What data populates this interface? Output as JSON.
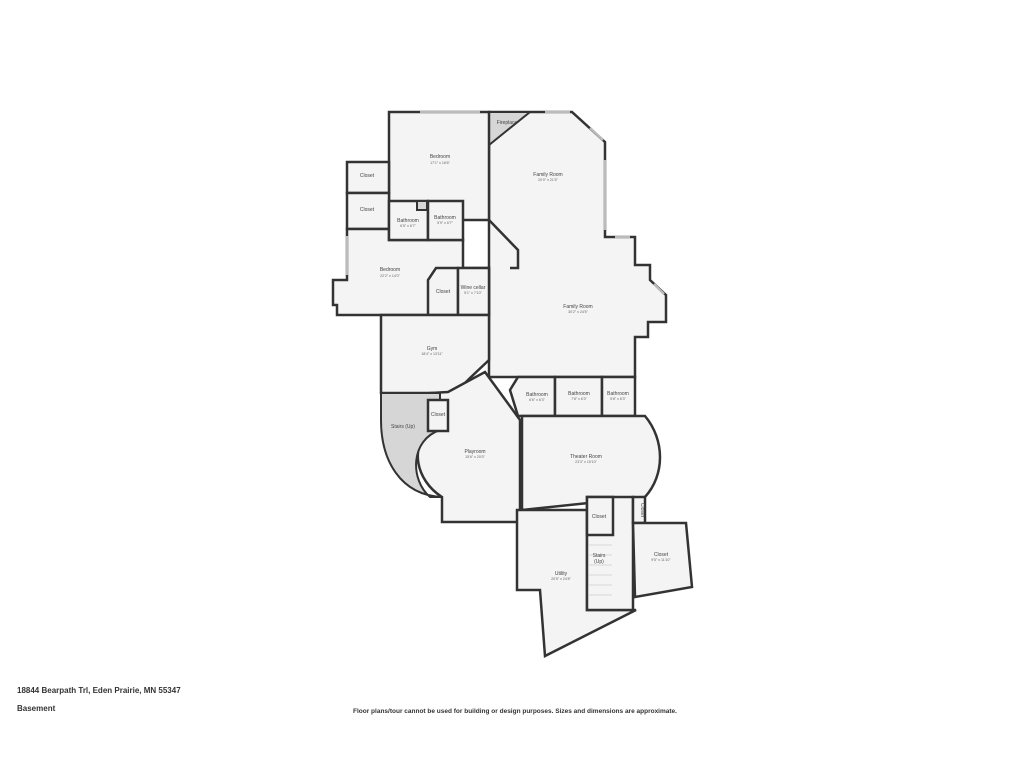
{
  "address": "18844 Bearpath Trl, Eden Prairie, MN 55347",
  "level": "Basement",
  "disclaimer": "Floor plans/tour cannot be used for building or design purposes. Sizes and dimensions are approximate.",
  "rooms": {
    "bedroom1": {
      "name": "Bedroom",
      "dim": "17'1\" x 18'6\""
    },
    "fireplace": {
      "name": "Fireplace"
    },
    "family1": {
      "name": "Family Room",
      "dim": "20'0\" x 21'5\""
    },
    "closet1": {
      "name": "Closet"
    },
    "closet2": {
      "name": "Closet"
    },
    "bath1": {
      "name": "Bathroom",
      "dim": "6'5\" x 6'7\""
    },
    "bath2": {
      "name": "Bathroom",
      "dim": "5'9\" x 6'7\""
    },
    "bedroom2": {
      "name": "Bedroom",
      "dim": "22'2\" x 14'0\""
    },
    "closet3": {
      "name": "Closet"
    },
    "wine": {
      "name": "Wine cellar",
      "dim": "5'1\" x 7'10\""
    },
    "family2": {
      "name": "Family Room",
      "dim": "30'2\" x 24'5\""
    },
    "gym": {
      "name": "Gym",
      "dim": "18'4\" x 13'11\""
    },
    "bath3": {
      "name": "Bathroom",
      "dim": "6'6\" x 6'3\""
    },
    "bath4": {
      "name": "Bathroom",
      "dim": "7'8\" x 6'3\""
    },
    "bath5": {
      "name": "Bathroom",
      "dim": "5'8\" x 6'3\""
    },
    "stairs1": {
      "name": "Stairs (Up)"
    },
    "closet4": {
      "name": "Closet"
    },
    "playroom": {
      "name": "Playroom",
      "dim": "15'6\" x 20'0\""
    },
    "theater": {
      "name": "Theater Room",
      "dim": "23'3\" x 15'10\""
    },
    "closet5": {
      "name": "Closet"
    },
    "closet6": {
      "name": "Closet"
    },
    "stairs2": {
      "name": "Stairs",
      "name2": "(Up)"
    },
    "closet7": {
      "name": "Closet",
      "dim": "9'5\" x 11'10\""
    },
    "utility": {
      "name": "Utility",
      "dim": "20'5\" x 24'8\""
    }
  }
}
